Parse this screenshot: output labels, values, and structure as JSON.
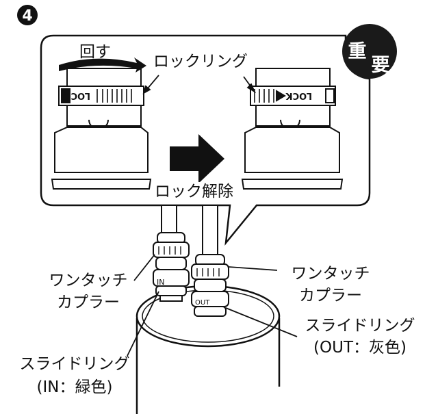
{
  "step_number": "4",
  "badge": {
    "line1": "重",
    "line2": "要"
  },
  "callout": {
    "rotate_label": "回す",
    "lock_ring_label": "ロックリング",
    "lock_text": "LOCK",
    "unlock_label": "ロック解除"
  },
  "labels": {
    "coupler_left_line1": "ワンタッチ",
    "coupler_left_line2": "カプラー",
    "coupler_right_line1": "ワンタッチ",
    "coupler_right_line2": "カプラー",
    "slide_out_line1": "スライドリング",
    "slide_out_line2": "(OUT：灰色)",
    "slide_in_line1": "スライドリング",
    "slide_in_line2": "(IN：緑色)"
  },
  "colors": {
    "ink": "#111111",
    "paper": "#ffffff",
    "shade": "#9a9a9a"
  }
}
